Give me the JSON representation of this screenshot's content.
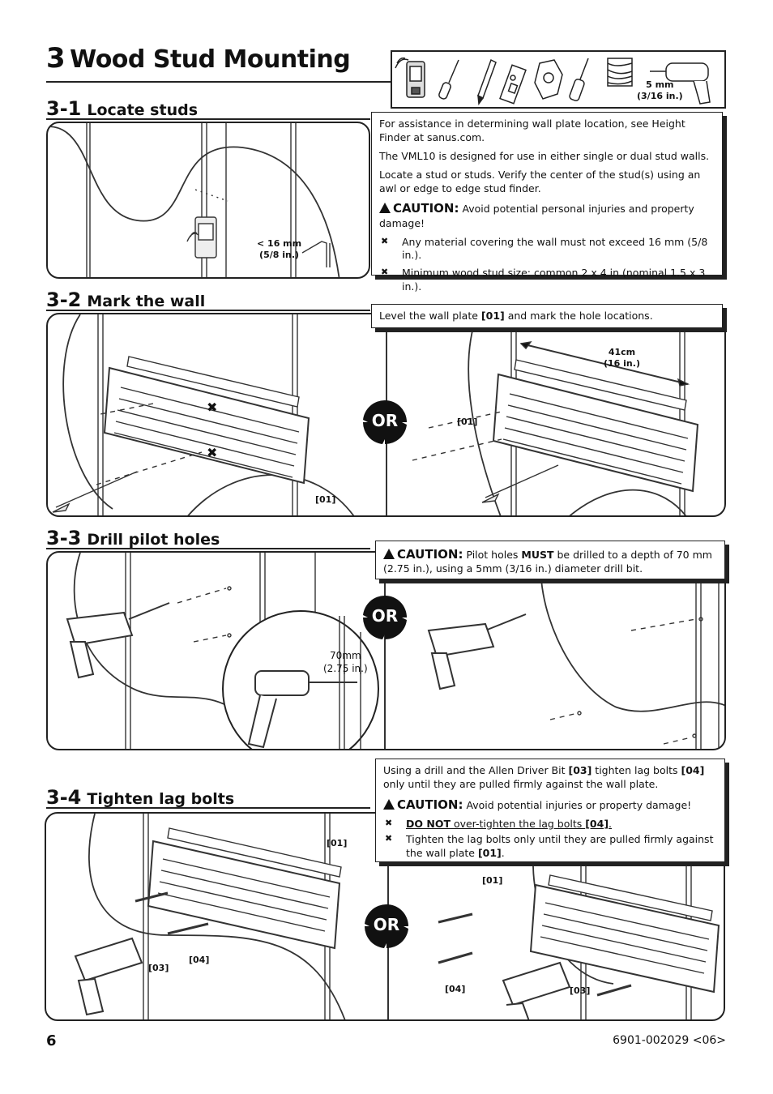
{
  "page": {
    "section_number": "3",
    "title": "Wood Stud Mounting",
    "page_number": "6",
    "doc_code": "6901-002029 <06>"
  },
  "tools": {
    "drill_bit_size": "5 mm",
    "drill_bit_size_in": "(3/16 in.)",
    "icons": [
      "stud-finder",
      "awl",
      "pencil",
      "level",
      "tape-measure",
      "screwdriver",
      "wall-type",
      "drill"
    ]
  },
  "steps": [
    {
      "num": "3-1",
      "title": "Locate studs",
      "info": {
        "p1": "For assistance in determining wall plate location, see Height Finder at sanus.com.",
        "p2": "The VML10 is designed for use in either single or dual stud walls.",
        "p3": "Locate a stud or studs. Verify the center of the stud(s) using an awl or edge to edge stud finder.",
        "caution_label": "CAUTION:",
        "caution_text": "Avoid potential personal injuries and property damage!",
        "bullets": [
          "Any material covering the wall must not exceed 16 mm (5/8 in.).",
          "Minimum wood stud size: common 2 x 4 in (nominal 1.5 x 3 in.)."
        ]
      },
      "callouts": {
        "covering_mm": "< 16 mm",
        "covering_in": "(5/8 in.)"
      }
    },
    {
      "num": "3-2",
      "title": "Mark the wall",
      "info": {
        "text_a": "Level the wall plate ",
        "part": "[01]",
        "text_b": " and mark the hole locations."
      },
      "callouts": {
        "part_left": "[01]",
        "part_right": "[01]",
        "spacing_cm": "41cm",
        "spacing_in": "(16 in.)"
      },
      "or_label": "OR"
    },
    {
      "num": "3-3",
      "title": "Drill pilot holes",
      "info": {
        "caution_label": "CAUTION:",
        "text_a": "Pilot holes ",
        "must": "MUST",
        "text_b": " be drilled to a depth of 70 mm (2.75 in.), using a 5mm (3/16 in.) diameter drill bit."
      },
      "callouts": {
        "depth_mm": "70mm",
        "depth_in": "(2.75 in.)"
      },
      "or_label": "OR"
    },
    {
      "num": "3-4",
      "title": "Tighten lag bolts",
      "info": {
        "text_a": "Using a drill and the Allen Driver Bit ",
        "part_bit": "[03]",
        "text_b": " tighten lag bolts ",
        "part_bolt": "[04]",
        "text_c": " only until they are pulled firmly against the wall plate.",
        "caution_label": "CAUTION:",
        "caution_text": "Avoid potential injuries or property damage!",
        "b1_strong": "DO NOT",
        "b1_text": " over-tighten the lag bolts ",
        "b1_part": "[04]",
        "b1_end": ".",
        "b2_text": "Tighten the lag bolts only until they are pulled firmly against the wall plate ",
        "b2_part": "[01]",
        "b2_end": "."
      },
      "callouts": {
        "plate_left": "[01]",
        "bit_left": "[03]",
        "bolt_left": "[04]",
        "plate_right": "[01]",
        "bolt_right": "[04]",
        "bit_right": "[03]"
      },
      "or_label": "OR"
    }
  ]
}
